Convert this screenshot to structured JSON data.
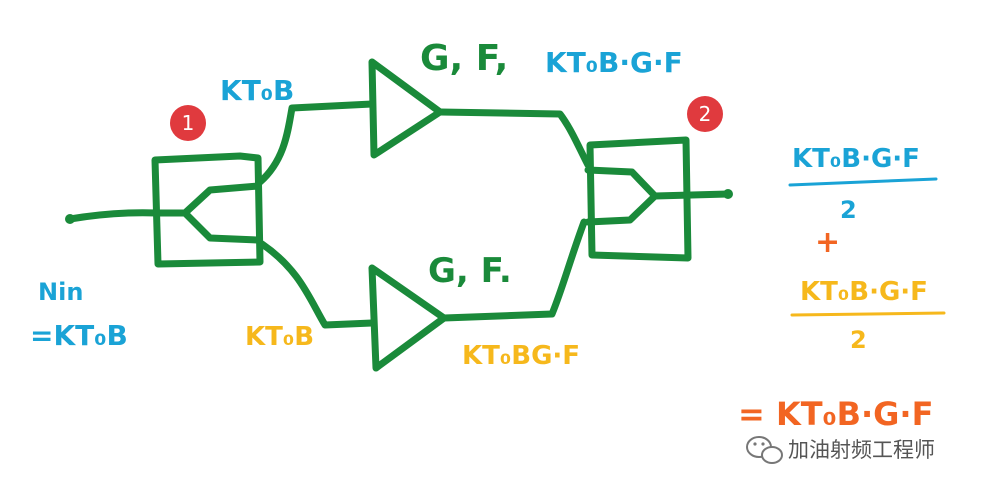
{
  "labels": {
    "input_noise": "Nin",
    "input_noise_eq": "=KT₀B",
    "upper_branch_in": "KT₀B",
    "lower_branch_in": "KT₀B",
    "upper_amp_params": "G, F,",
    "upper_amp_out": "KT₀B·G·F",
    "lower_amp_params": "G, F.",
    "lower_amp_out": "KT₀BG·F",
    "splitter_badge": "1",
    "combiner_badge": "2",
    "sum_term1_num": "KT₀B·G·F",
    "sum_term1_den": "2",
    "sum_plus": "+",
    "sum_term2_num": "KT₀B·G·F",
    "sum_term2_den": "2",
    "result": "= KT₀B·G·F"
  },
  "watermark": {
    "text": "加油射频工程师",
    "icon": "wechat-icon"
  },
  "colors": {
    "wire": "#1a8a3a",
    "blue_text": "#1aa3d6",
    "orange_text": "#f6b81c",
    "red_result": "#f26522",
    "badge": "#e03a3e"
  }
}
